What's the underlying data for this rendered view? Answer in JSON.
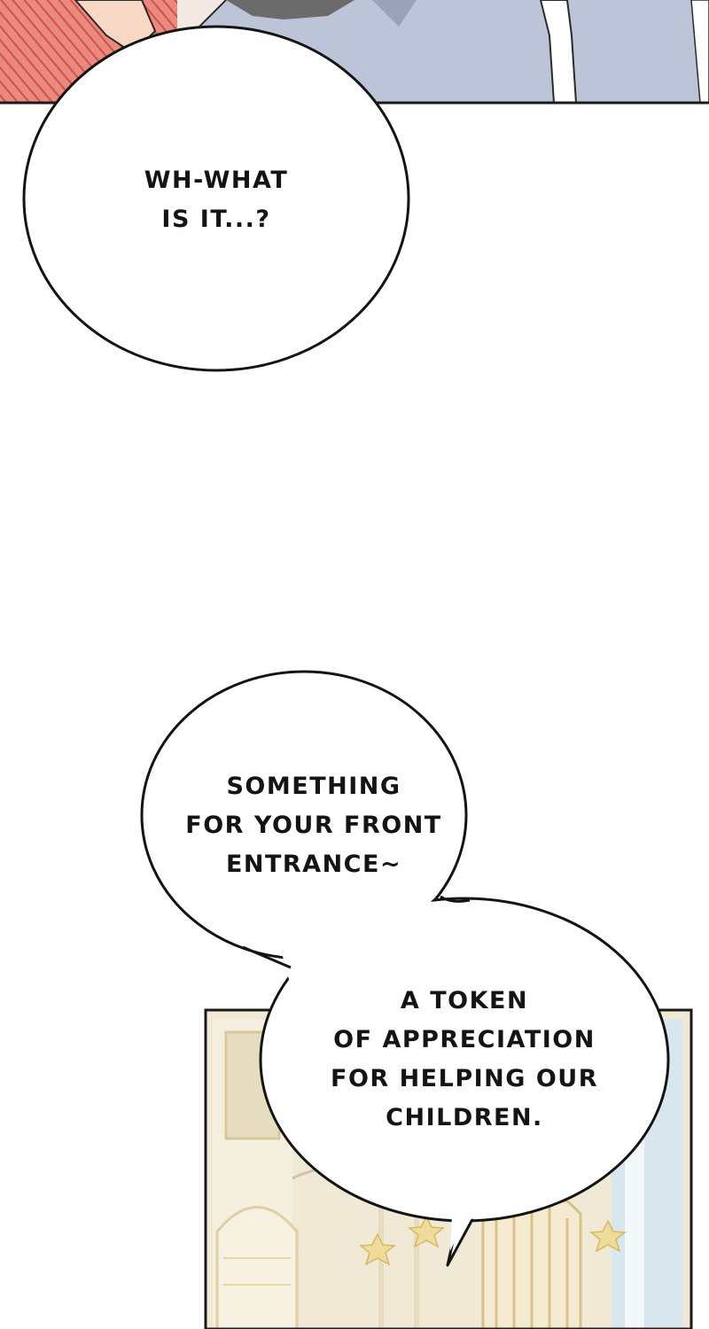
{
  "bubbles": {
    "first": {
      "lines": [
        "WH-WHAT",
        "IS IT...?"
      ]
    },
    "second": {
      "lines": [
        "SOMETHING",
        "FOR YOUR FRONT",
        "ENTRANCE~"
      ]
    },
    "third": {
      "lines": [
        "A TOKEN",
        "OF APPRECIATION",
        "FOR HELPING OUR",
        "CHILDREN."
      ]
    }
  },
  "colors": {
    "panel_skin": "#f6d8c4",
    "panel_red": "#e3786e",
    "panel_coat": "#bcc4d8",
    "hall_cream": "#efe9d6",
    "hall_gold": "#e8d6a0",
    "hall_blue": "#d8e6ee",
    "ink": "#141414"
  }
}
